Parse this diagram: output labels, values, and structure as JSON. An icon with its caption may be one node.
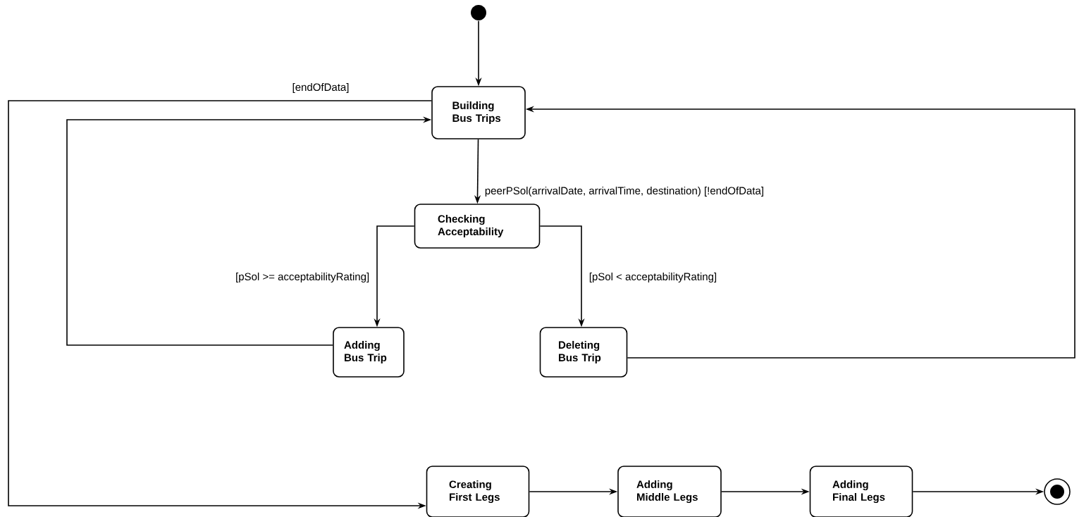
{
  "diagram": {
    "nodes": [
      {
        "text": [],
        "shape": "circle"
      },
      {
        "text": [
          "Building Bus Trips"
        ]
      },
      {
        "text": [
          "Checking Acceptability"
        ]
      },
      {
        "text": [
          "Adding Bus Trip"
        ]
      },
      {
        "text": [
          "Deleting Bus Trip"
        ]
      },
      {
        "text": [
          "Creating First Legs"
        ]
      },
      {
        "text": [
          "Adding Middle Legs"
        ]
      },
      {
        "text": [
          "Adding Final Legs"
        ]
      },
      {
        "text": [],
        "shape": "circle"
      }
    ],
    "edges": [
      {
        "from": 0,
        "to": 1,
        "arrow": "to"
      },
      {
        "from": 1,
        "to": 5,
        "arrow": "to",
        "label": "[endOfData]"
      },
      {
        "from": 1,
        "to": 2,
        "arrow": "to",
        "label": "peerPSol(arrivalDate, arrivalTime, destination) [!endOfData]"
      },
      {
        "from": 2,
        "to": 3,
        "arrow": "to",
        "label": "[pSol >= acceptabilityRating]"
      },
      {
        "from": 2,
        "to": 4,
        "arrow": "to",
        "label": "[pSol < acceptabilityRating]"
      },
      {
        "from": 3,
        "to": 1,
        "arrow": "to"
      },
      {
        "from": 4,
        "to": 1,
        "arrow": "to"
      },
      {
        "from": 5,
        "to": 6,
        "arrow": "to"
      },
      {
        "from": 6,
        "to": 7,
        "arrow": "to"
      },
      {
        "from": 7,
        "to": 8,
        "arrow": "to"
      }
    ]
  }
}
